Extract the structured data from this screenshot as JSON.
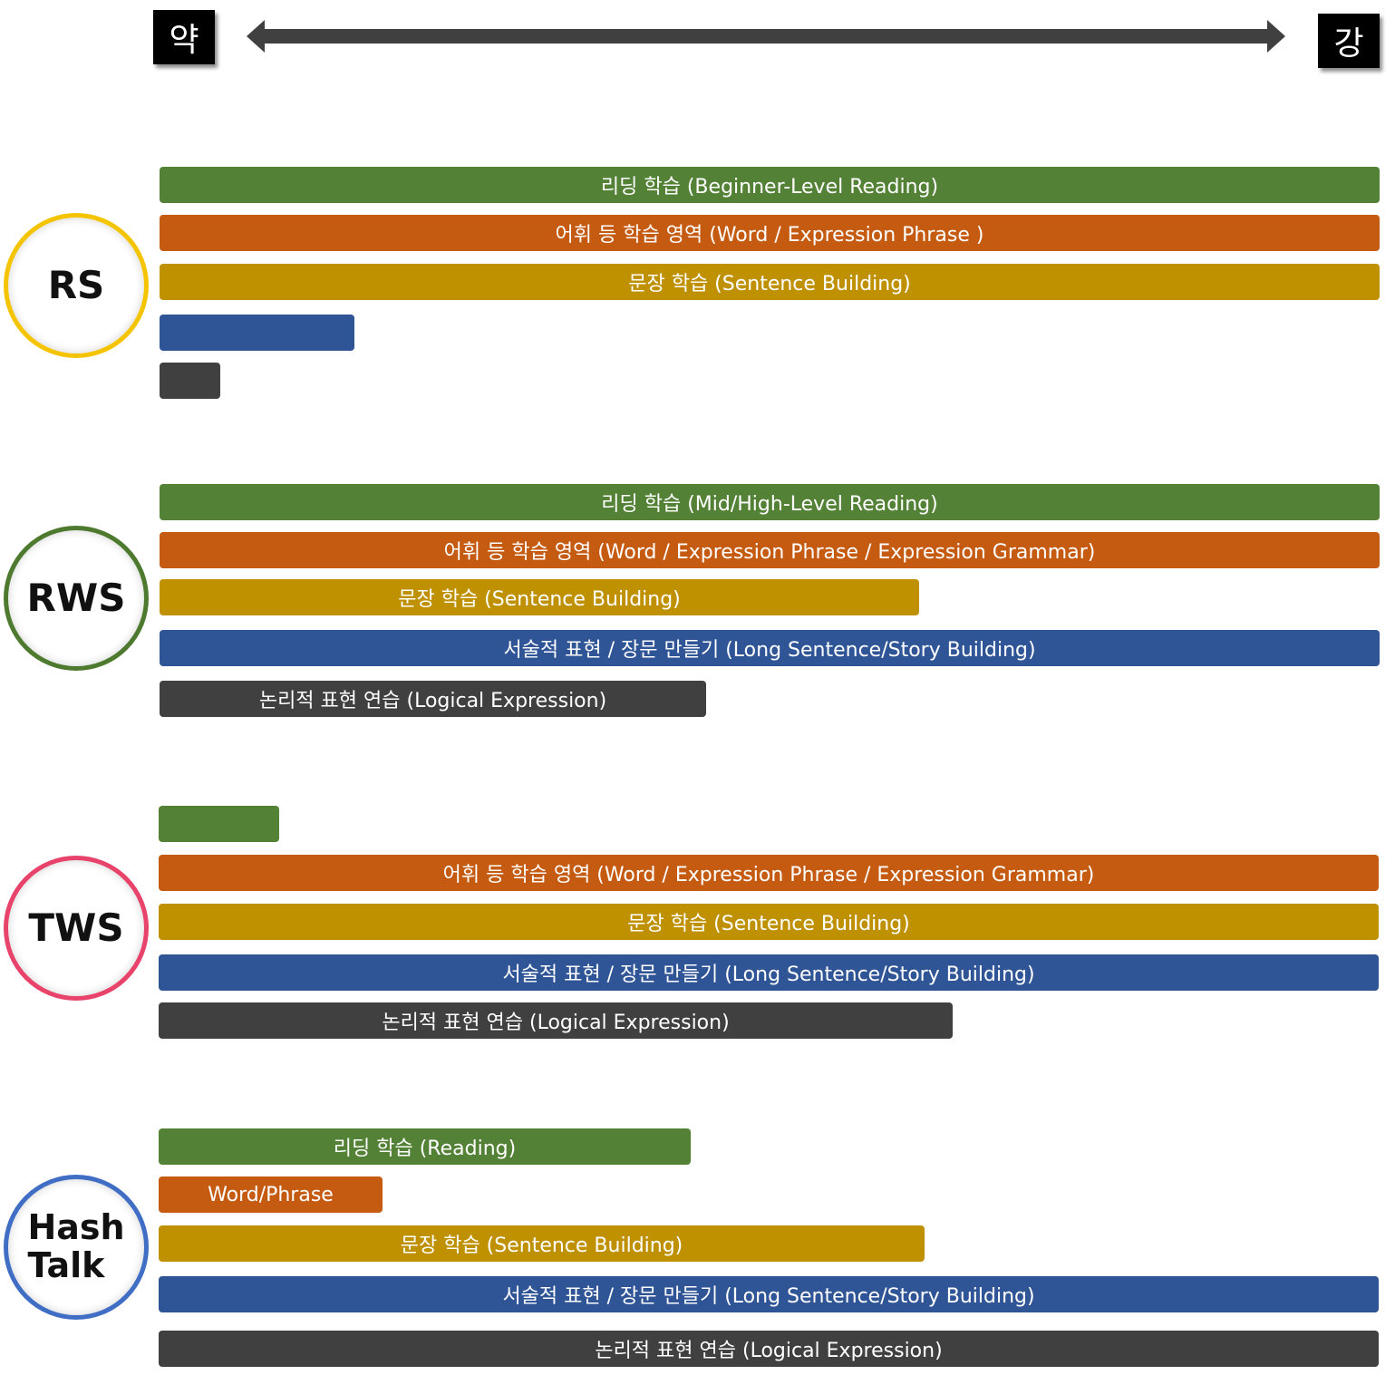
{
  "scale": {
    "weak_label": "약",
    "strong_label": "강"
  },
  "sections": {
    "rs": {
      "label": "RS",
      "reading": "리딩 학습 (Beginner-Level Reading)",
      "vocab": "어휘 등 학습 영역 (Word / Expression Phrase )",
      "sentence": "문장 학습 (Sentence Building)"
    },
    "rws": {
      "label": "RWS",
      "reading": "리딩 학습 (Mid/High-Level Reading)",
      "vocab": "어휘 등 학습 영역 (Word / Expression Phrase / Expression Grammar)",
      "sentence": "문장 학습 (Sentence Building)",
      "long": "서술적 표현 / 장문 만들기 (Long Sentence/Story Building)",
      "logical": "논리적 표현 연습 (Logical  Expression)"
    },
    "tws": {
      "label": "TWS",
      "vocab": "어휘 등 학습 영역 (Word / Expression Phrase / Expression Grammar)",
      "sentence": "문장 학습 (Sentence Building)",
      "long": "서술적 표현 / 장문 만들기 (Long Sentence/Story Building)",
      "logical": "논리적 표현 연습 (Logical  Expression)"
    },
    "hash": {
      "label_line1": "Hash",
      "label_line2": "Talk",
      "reading": "리딩 학습 (Reading)",
      "vocab": "Word/Phrase",
      "sentence": "문장 학습 (Sentence Building)",
      "long": "서술적 표현 / 장문 만들기 (Long Sentence/Story Building)",
      "logical": "논리적 표현 연습 (Logical  Expression)"
    }
  },
  "colors": {
    "reading": "#538135",
    "vocab": "#c55a11",
    "sentence": "#bf9000",
    "long": "#2f5597",
    "logical": "#404040",
    "rs_ring": "#f5c400",
    "rws_ring": "#4e7a2f",
    "tws_ring": "#e8436a",
    "hash_ring": "#3f6ec4"
  }
}
